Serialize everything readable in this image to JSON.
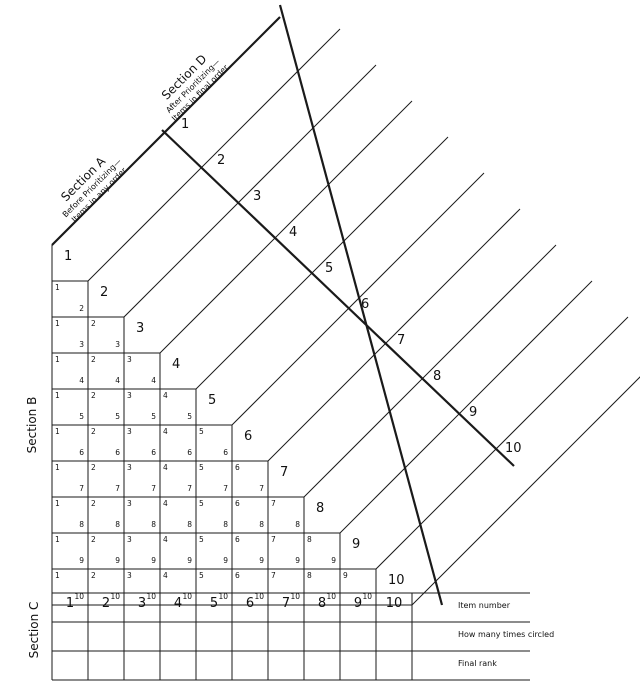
{
  "section_a": {
    "title": "Section A",
    "line1": "Before Prioritizing—",
    "line2": "Items in any order"
  },
  "section_b": {
    "title": "Section B"
  },
  "section_c": {
    "title": "Section C",
    "rows": [
      "Item number",
      "How many times circled",
      "Final rank"
    ]
  },
  "section_d": {
    "title": "Section D",
    "line1": "After Prioritizing—",
    "line2": "Items in final order"
  },
  "items": [
    "1",
    "2",
    "3",
    "4",
    "5",
    "6",
    "7",
    "8",
    "9",
    "10"
  ]
}
